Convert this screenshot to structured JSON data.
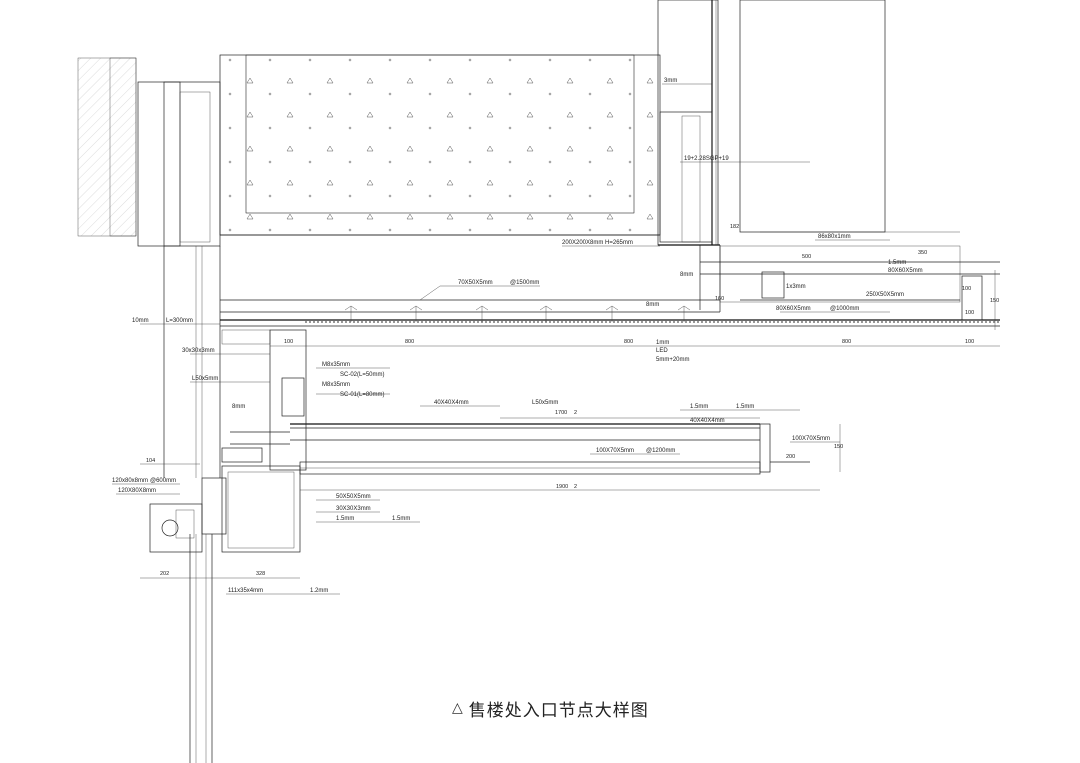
{
  "drawing": {
    "title": "售楼处入口节点大样图",
    "title_marker": "△",
    "colors": {
      "line": "#222222",
      "hatch": "#444444",
      "background": "#ffffff"
    },
    "dimensions": {
      "d100a": "100",
      "d800a": "800",
      "d800b": "800",
      "d800c": "800",
      "d100b": "100",
      "d100c": "100",
      "d150": "150",
      "d100d": "100",
      "d104": "104",
      "d202": "202",
      "d328": "328",
      "d1900": "1900",
      "d1700": "1700",
      "d200": "200",
      "d150b": "150",
      "d182": "182",
      "d500": "500",
      "d350": "350",
      "d160": "160",
      "d2": "2",
      "d2b": "2"
    },
    "labels": {
      "l_3mm": "3mm",
      "l_glass": "19+2.28SGP+19",
      "l_plate": "200X200X8mm H=265mm",
      "l_86x80": "86x80x1mm",
      "l_15mm_top": "1.5mm",
      "l_80x60": "80X60X5mm",
      "l_8mm": "8mm",
      "l_1x3": "1x3mm",
      "l_50x50": "250X50X5mm",
      "l_70x50": "70X50X5mm",
      "l_1500": "@1500mm",
      "l_80x60b": "80X60X5mm",
      "l_1000": "@1000mm",
      "l_8mm_b": "8mm",
      "l_10mm": "10mm",
      "l_300": "L=300mm",
      "l_30x30": "30x30x3mm",
      "l_l50": "L50x5mm",
      "l_1mm": "1mm",
      "l_led": "LED",
      "l_20": "5mm+20mm",
      "l_m8": "M8x35mm",
      "l_sc02": "SC-02(L=50mm)",
      "l_m8b": "M8x35mm",
      "l_sc01": "SC-01(L=80mm)",
      "l_8mm_c": "8mm",
      "l_40x40": "40X40X4mm",
      "l_l50b": "L50x5mm",
      "l_15mm_b": "1.5mm",
      "l_15mm_c": "1.5mm",
      "l_40x40b": "40X40X4mm",
      "l_100x70": "100X70X5mm",
      "l_100x70b": "100X70X5mm",
      "l_1200": "@1200mm",
      "l_120x80": "120x80x8mm",
      "l_600": "@600mm",
      "l_120x80b": "120X80X8mm",
      "l_50x50b": "50X50X5mm",
      "l_30x30b": "30X30X3mm",
      "l_15mm_d": "1.5mm",
      "l_15mm_e": "1.5mm",
      "l_111": "111x35x4mm",
      "l_12mm": "1.2mm"
    }
  }
}
